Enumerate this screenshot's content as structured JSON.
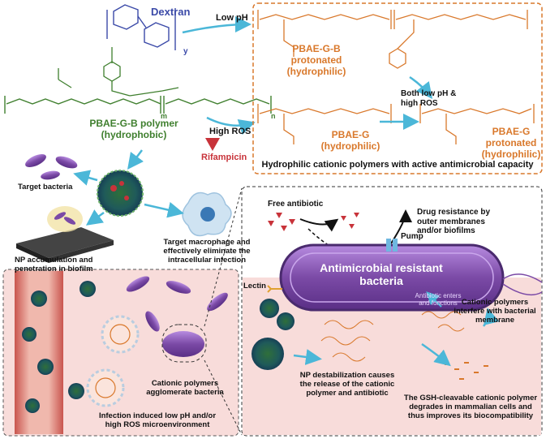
{
  "dextran_label": "Dextran",
  "subscripts": {
    "m": "m",
    "n": "n",
    "y": "y"
  },
  "low_ph_label": "Low pH",
  "high_ros_label": "High ROS",
  "pbae_g_b_label": "PBAE-G-B polymer\n(hydrophobic)",
  "rifampicin_label": "Rifampicin",
  "pbae_g_b_protonated_label": "PBAE-G-B\nprotonated\n(hydrophilic)",
  "both_low_ph_label": "Both low pH &\nhigh ROS",
  "pbae_g_label": "PBAE-G\n(hydrophilic)",
  "pbae_g_protonated_label": "PBAE-G\nprotonated\n(hydrophilic)",
  "box_caption": "Hydrophilic cationic polymers with active antimicrobial capacity",
  "target_bacteria_label": "Target bacteria",
  "np_biofilm_label": "NP accumulation and\npenetration in biofilm",
  "macrophage_label": "Target macrophage and\neffectively eliminate the\nintracellular infection",
  "free_antibiotic_label": "Free antibiotic",
  "drug_resistance_label": "Drug resistance by\nouter membranes\nand/or biofilms",
  "pump_label": "Pump",
  "lectin_label": "Lectin",
  "bacteria_title": "Antimicrobial resistant\nbacteria",
  "antibiotic_enters_label": "Antibiotic enters\nand functions",
  "cationic_interfere_label": "Cationic polymers\ninterfere with bacterial\nmembrane",
  "np_destabilization_label": "NP destabilization causes\nthe release of the cationic\npolymer and antibiotic",
  "gsh_label": "The GSH-cleavable cationic polymer\ndegrades in mammalian cells and\nthus improves its biocompatibility",
  "cationic_agglomerate_label": "Cationic polymers\nagglomerate bacteria",
  "infection_label": "Infection induced low pH and/or\nhigh ROS microenvironment",
  "colors": {
    "dextran": "#3b4aa8",
    "polymer": "#3f7f2e",
    "protonated": "#d9782b",
    "arrow": "#4bb7d8",
    "bacteria": "#7b4aa6"
  },
  "icons": [
    "rifampicin-triangle-icon",
    "nanoparticle-icon",
    "macrophage-icon",
    "bacteria-icon",
    "pump-icon",
    "lectin-icon"
  ]
}
